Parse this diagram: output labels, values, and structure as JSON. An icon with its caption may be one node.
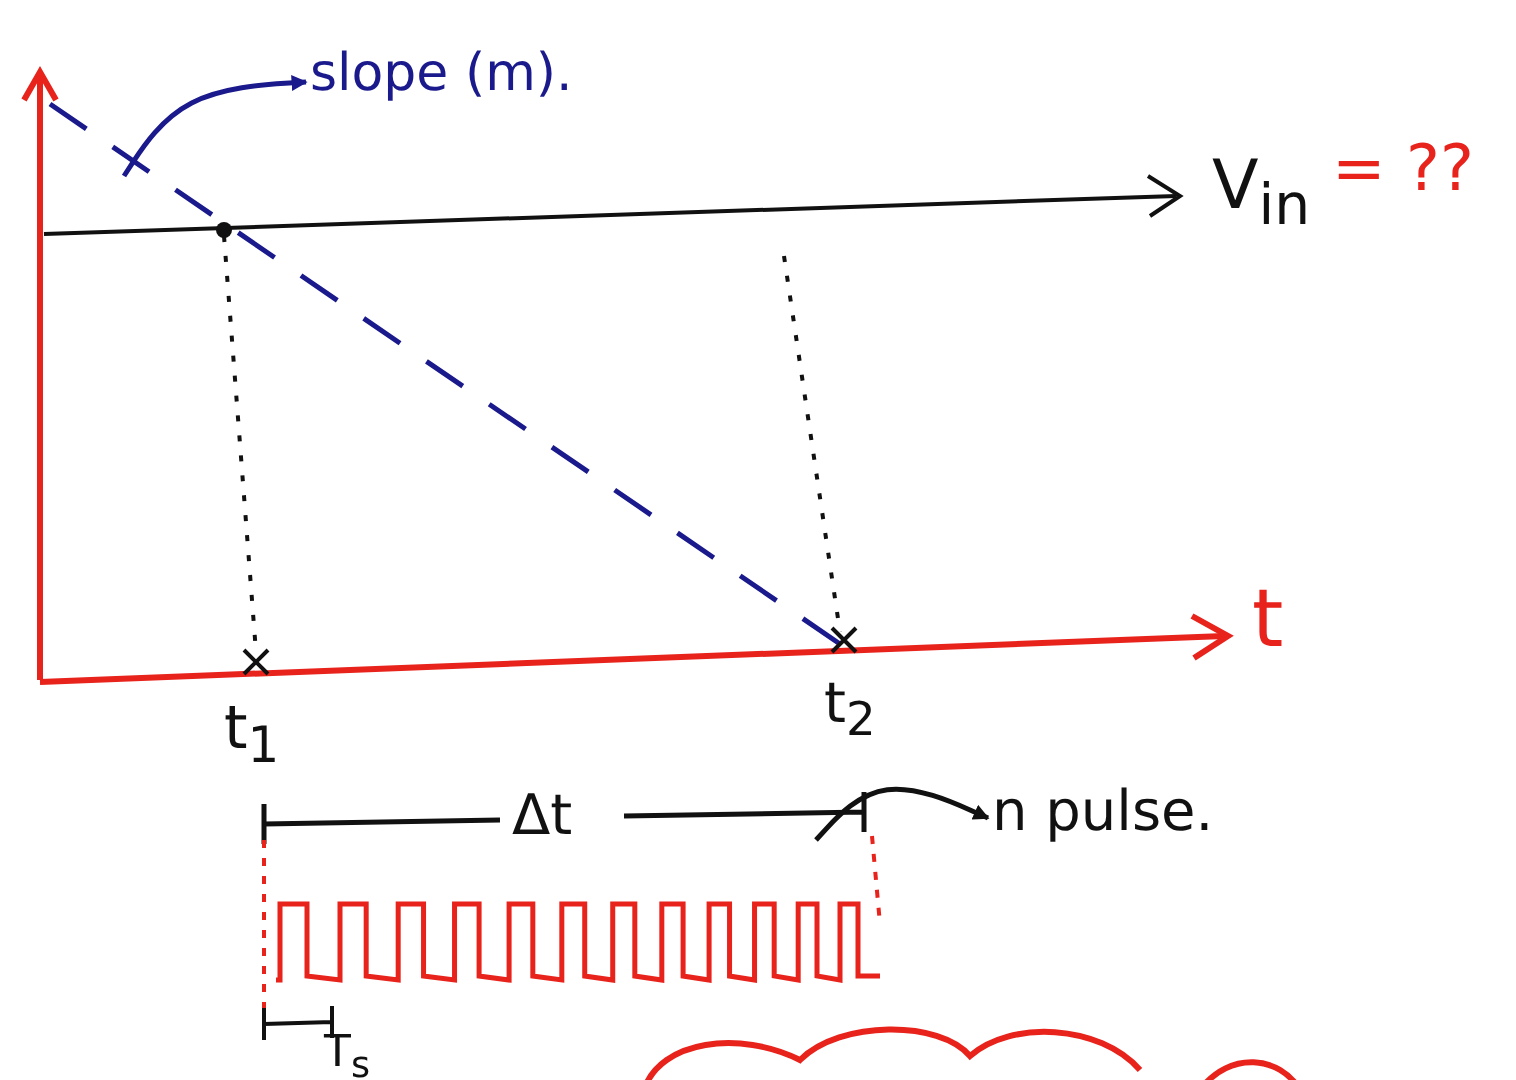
{
  "diagram": {
    "nodes": [
      {
        "text": [
          "slope (m)."
        ]
      },
      {
        "text": [
          "n pulse."
        ]
      }
    ],
    "edges": [
      {
        "from": null,
        "to": 0,
        "arrow": "to",
        "color": "#1a1a8c"
      },
      {
        "from": null,
        "to": 1,
        "arrow": "to",
        "color": "#111111"
      }
    ],
    "labels": [
      "V$_{in}$",
      "= ??",
      "t",
      "t$_{1}$",
      "t$_{2}$",
      "Δt",
      "T$_{s}$"
    ]
  }
}
